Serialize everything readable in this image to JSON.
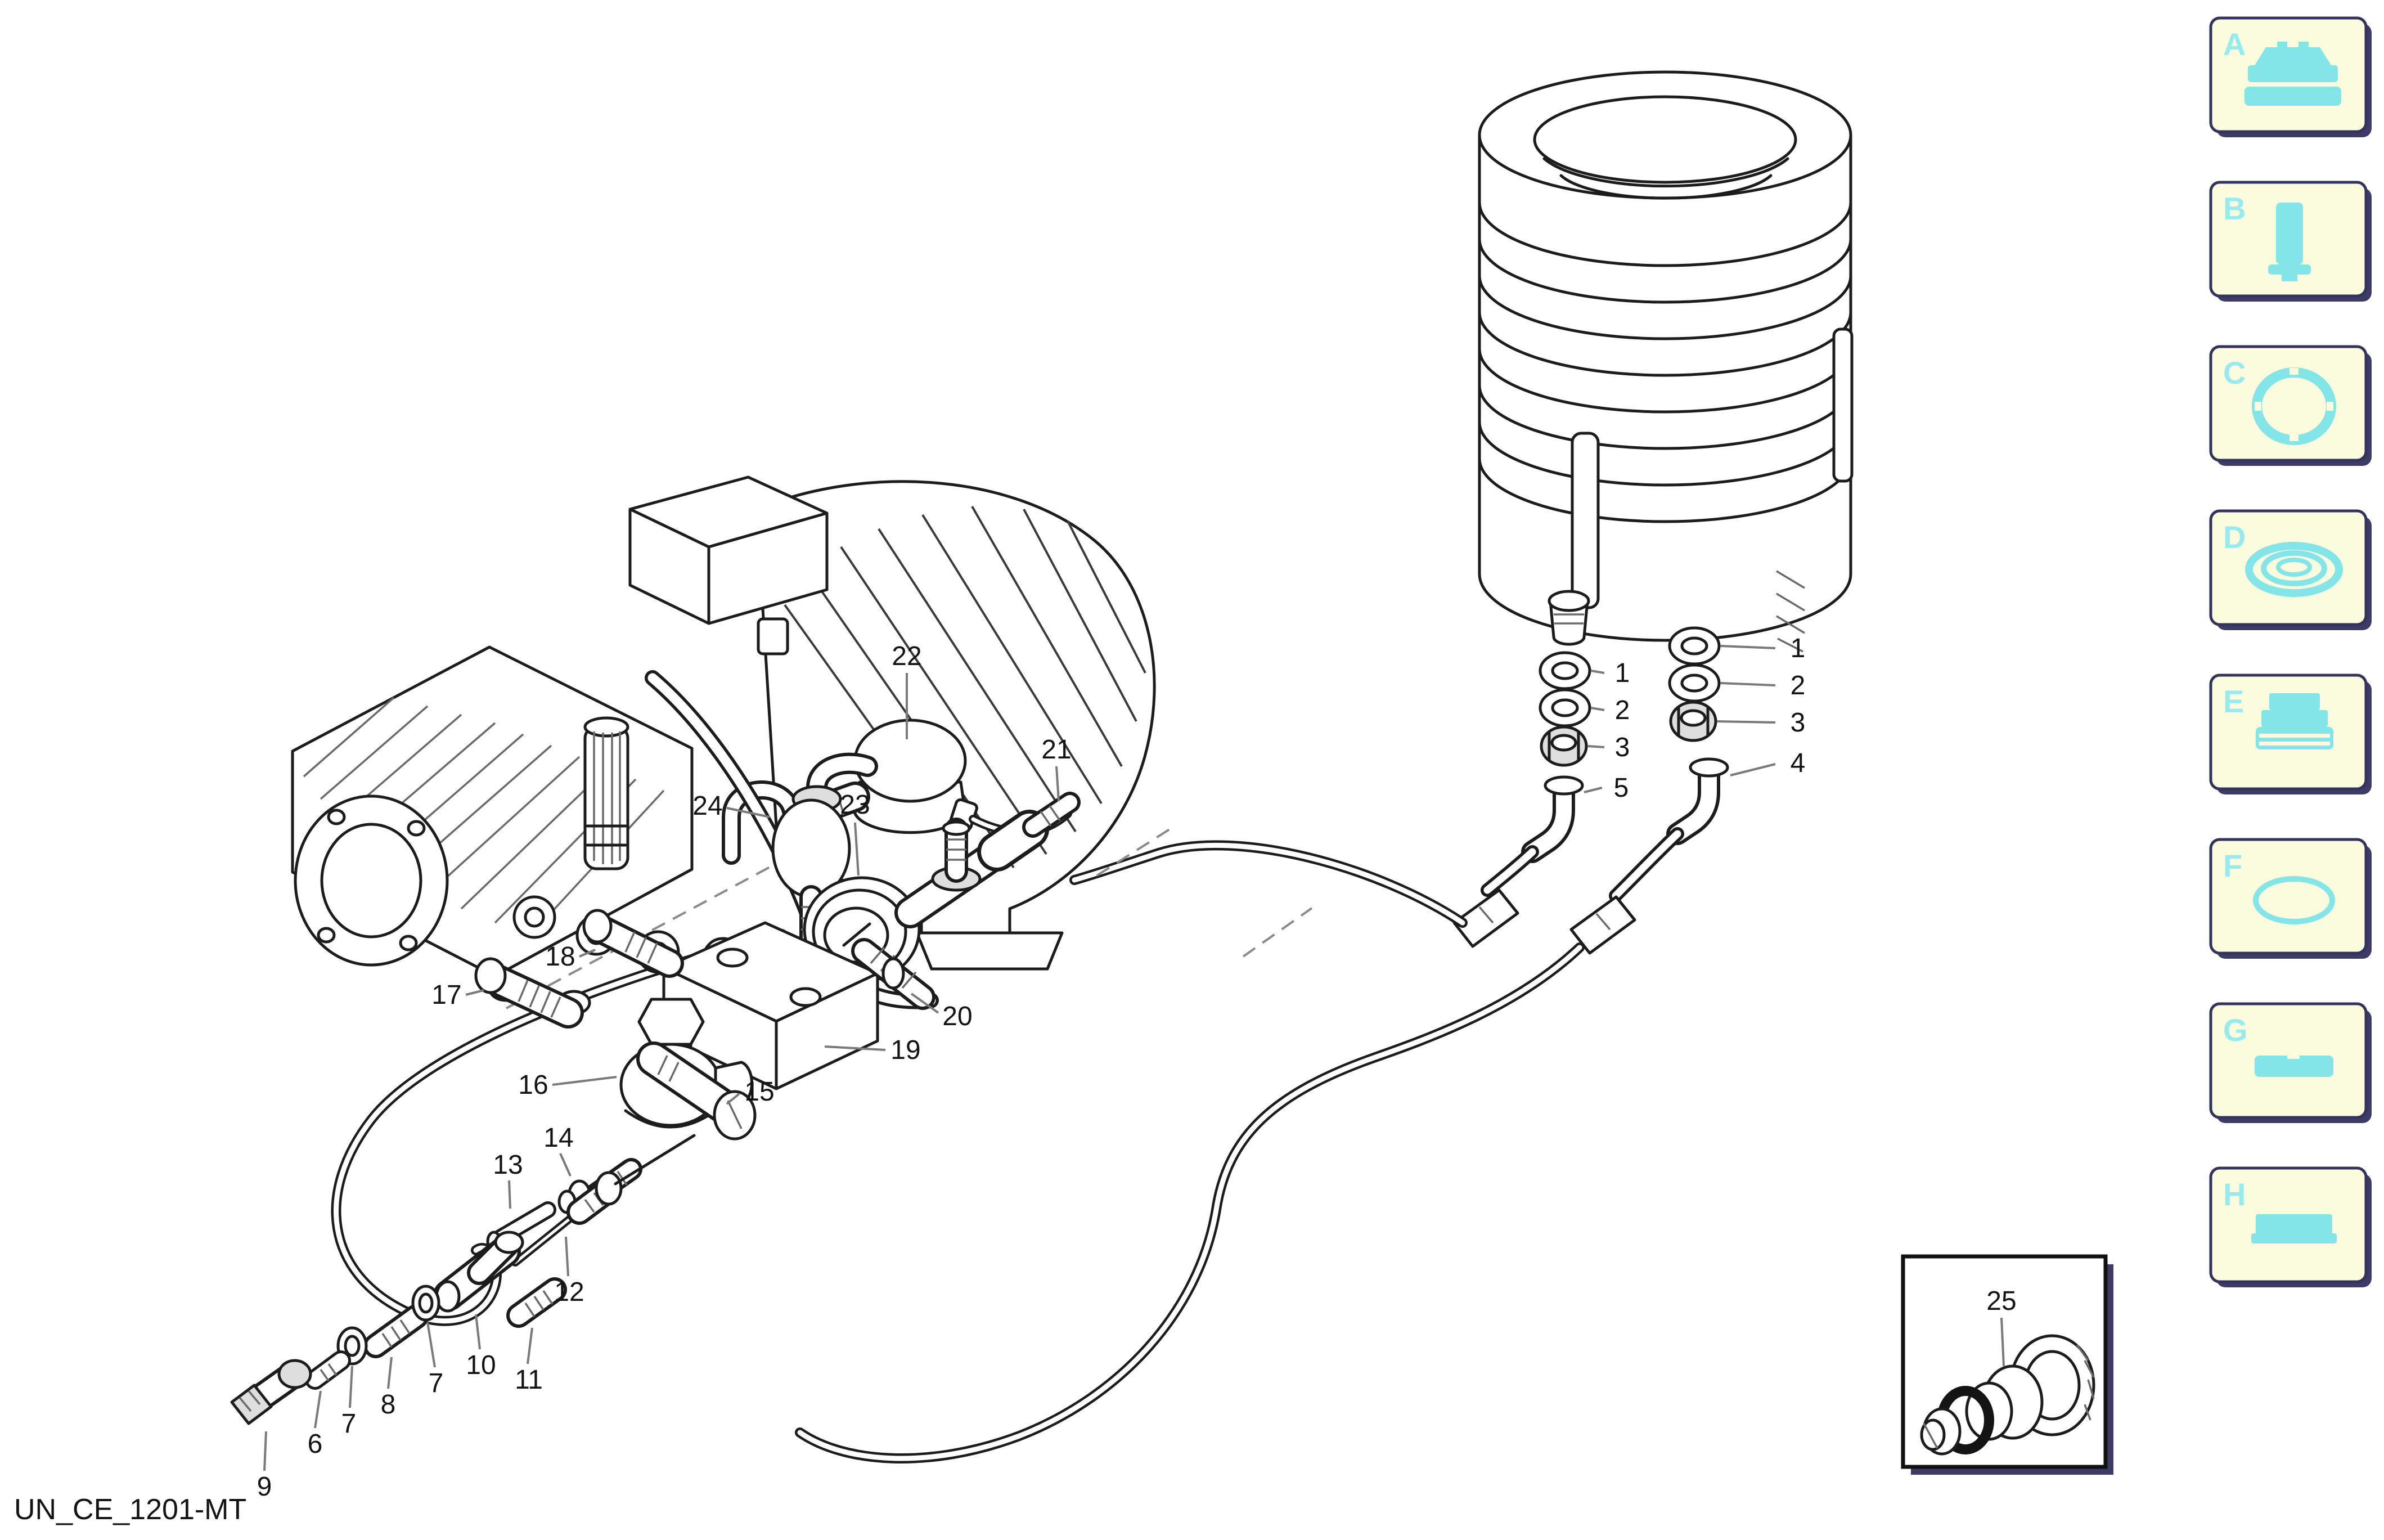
{
  "diagram": {
    "code": "UN_CE_1201-MT"
  },
  "callouts": {
    "1": "1",
    "2": "2",
    "3": "3",
    "4": "4",
    "5": "5",
    "6": "6",
    "7": "7",
    "8": "8",
    "9": "9",
    "10": "10",
    "11": "11",
    "12": "12",
    "13": "13",
    "14": "14",
    "15": "15",
    "16": "16",
    "17": "17",
    "18": "18",
    "19": "19",
    "20": "20",
    "21": "21",
    "22": "22",
    "23": "23",
    "24": "24",
    "25": "25"
  },
  "sidebar": {
    "items": [
      {
        "letter": "A",
        "icon": "pump-cap-icon"
      },
      {
        "letter": "B",
        "icon": "cylinder-plug-icon"
      },
      {
        "letter": "C",
        "icon": "flange-ring-icon"
      },
      {
        "letter": "D",
        "icon": "grooved-seal-icon"
      },
      {
        "letter": "E",
        "icon": "stepped-plug-icon"
      },
      {
        "letter": "F",
        "icon": "o-ring-icon"
      },
      {
        "letter": "G",
        "icon": "flat-key-icon"
      },
      {
        "letter": "H",
        "icon": "block-pad-icon"
      }
    ]
  },
  "colors": {
    "accent_cyan": "#84e5e9",
    "panel_bg": "#fbfbde",
    "panel_border": "#33335c",
    "line": "#1c1c1c",
    "leader": "#7a7a7a"
  }
}
